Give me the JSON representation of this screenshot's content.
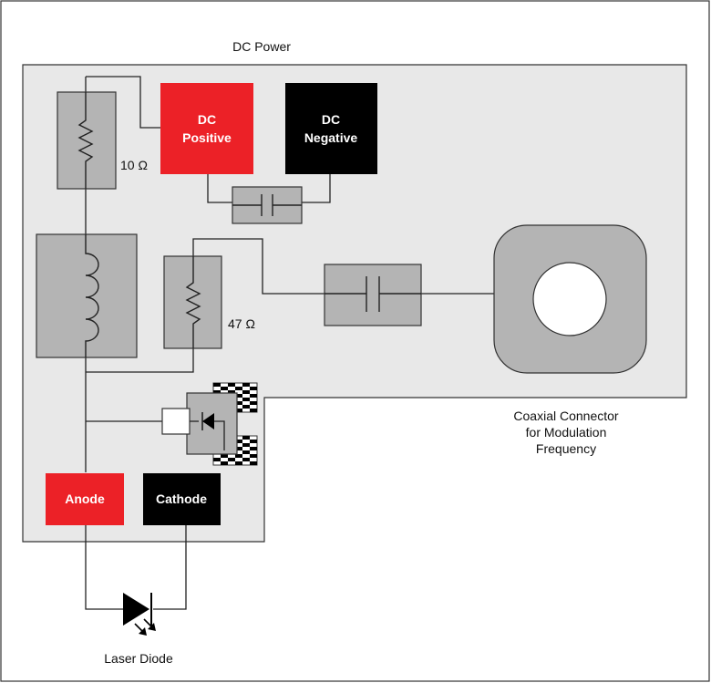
{
  "colors": {
    "board": "#e8e8e8",
    "component": "#b4b4b4",
    "dc_positive": "#ec2127",
    "dc_negative": "#000000",
    "anode": "#ec2127",
    "cathode": "#000000",
    "wire": "#222222",
    "frame": "#333333"
  },
  "labels": {
    "dc_power": "DC Power",
    "dc_positive_line1": "DC",
    "dc_positive_line2": "Positive",
    "dc_negative_line1": "DC",
    "dc_negative_line2": "Negative",
    "resistor_top_value": "10 Ω",
    "resistor_mid_value": "47 Ω",
    "anode": "Anode",
    "cathode": "Cathode",
    "coax_line1": "Coaxial Connector",
    "coax_line2": "for Modulation",
    "coax_line3": "Frequency",
    "laser_diode": "Laser Diode"
  },
  "icons": {
    "resistor_top": "resistor-icon",
    "resistor_mid": "resistor-icon",
    "inductor": "inductor-coil-icon",
    "capacitor_dc": "capacitor-icon",
    "capacitor_rf": "capacitor-icon",
    "protection_diode": "diode-icon",
    "laser_diode": "laser-diode-icon",
    "coax_connector": "coaxial-connector-icon"
  }
}
